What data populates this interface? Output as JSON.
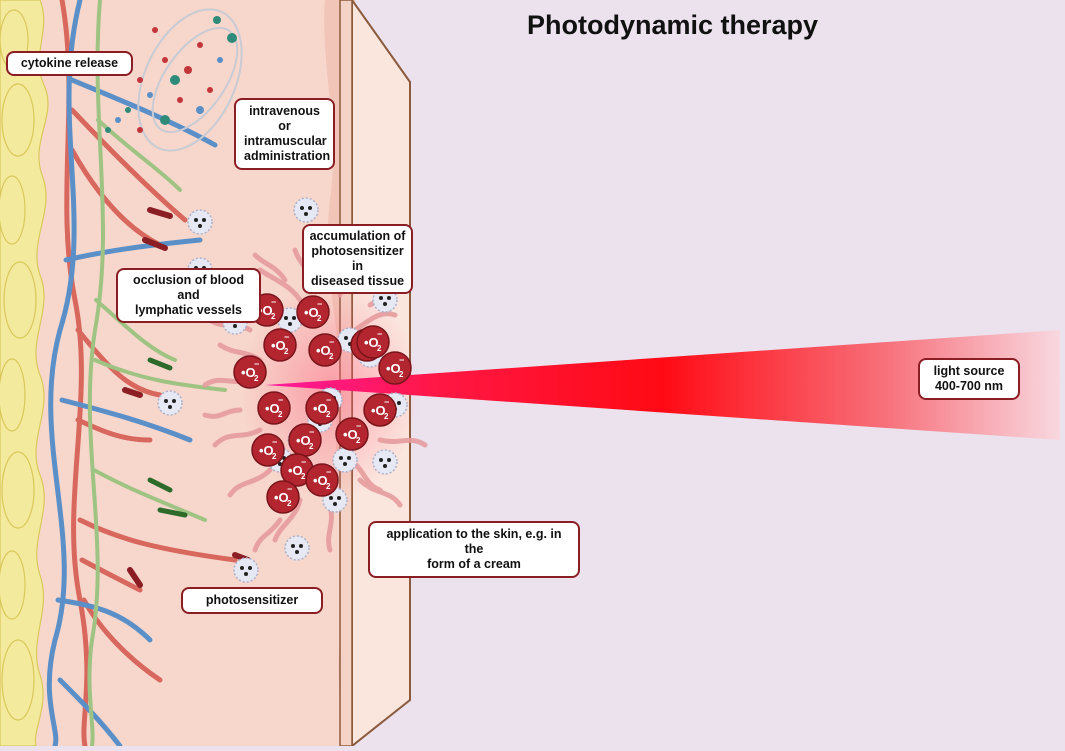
{
  "title": "Photodynamic therapy",
  "labels": {
    "cytokine_release": "cytokine release",
    "administration": [
      "intravenous or",
      "intramuscular",
      "administration"
    ],
    "accumulation": [
      "accumulation of",
      "photosensitizer in",
      "diseased tissue"
    ],
    "occlusion": [
      "occlusion of blood and",
      "lymphatic vessels"
    ],
    "light_source": [
      "light source",
      "400-700 nm"
    ],
    "application": [
      "application to the skin, e.g. in the",
      "form of a cream"
    ],
    "photosensitizer": "photosensitizer"
  },
  "singlet_oxygen_symbol": {
    "prefix": "•",
    "element": "O",
    "subscript": "2",
    "charge": "−"
  },
  "colors": {
    "background": "#ebe2ee",
    "tissue": "#f7d7cc",
    "fat": "#f3ea9e",
    "vein": "#5b8fc8",
    "lymph": "#9fc383",
    "artery": "#d8675e",
    "oxygen": "#b3262f",
    "beam": "#ff1a2e",
    "label_border": "#8b1e24"
  }
}
